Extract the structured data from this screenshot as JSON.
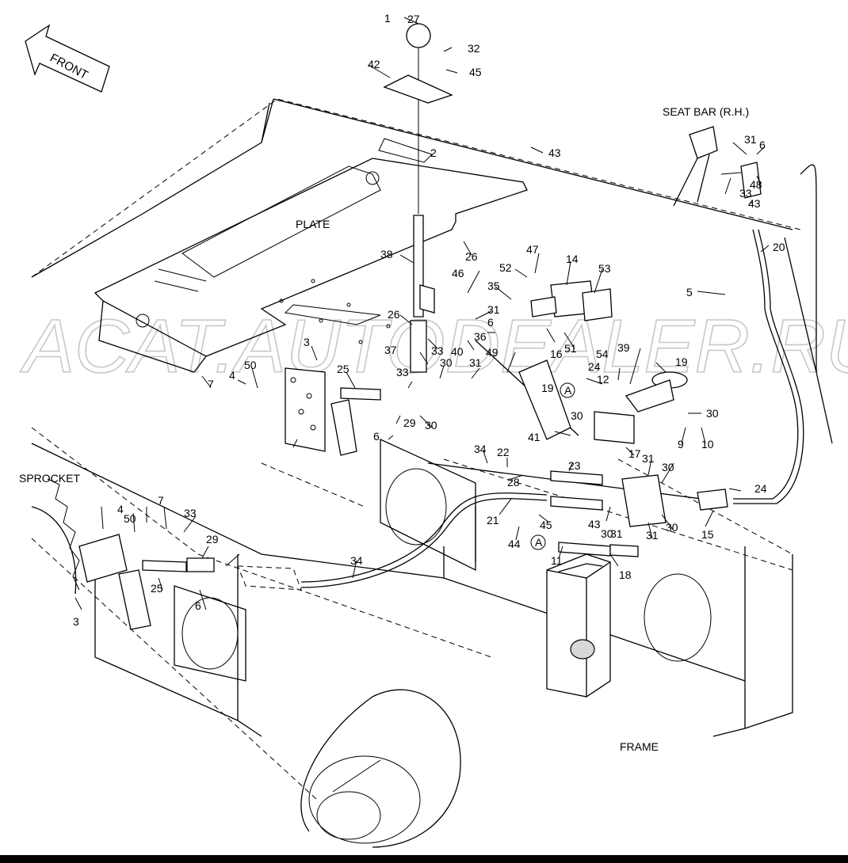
{
  "watermark": "ACAT.AUTODEALER.RU",
  "direction": "FRONT",
  "area_labels": {
    "seat_bar": "SEAT BAR (R.H.)",
    "plate": "PLATE",
    "sprocket": "SPROCKET",
    "frame": "FRAME"
  },
  "callouts": [
    "1",
    "2",
    "3",
    "3",
    "4",
    "4",
    "5",
    "6",
    "6",
    "6",
    "6",
    "7",
    "7",
    "9",
    "10",
    "11",
    "12",
    "14",
    "15",
    "16",
    "17",
    "18",
    "19",
    "19",
    "20",
    "21",
    "22",
    "23",
    "24",
    "24",
    "25",
    "25",
    "26",
    "26",
    "27",
    "28",
    "29",
    "29",
    "30",
    "30",
    "30",
    "30",
    "30",
    "30",
    "30",
    "31",
    "31",
    "31",
    "31",
    "31",
    "31",
    "32",
    "33",
    "33",
    "33",
    "33",
    "34",
    "34",
    "35",
    "36",
    "37",
    "38",
    "39",
    "40",
    "41",
    "42",
    "43",
    "43",
    "43",
    "44",
    "45",
    "45",
    "46",
    "47",
    "48",
    "49",
    "50",
    "50",
    "51",
    "52",
    "53",
    "54",
    "A",
    "A"
  ],
  "bottom_bar_color": "#000000"
}
